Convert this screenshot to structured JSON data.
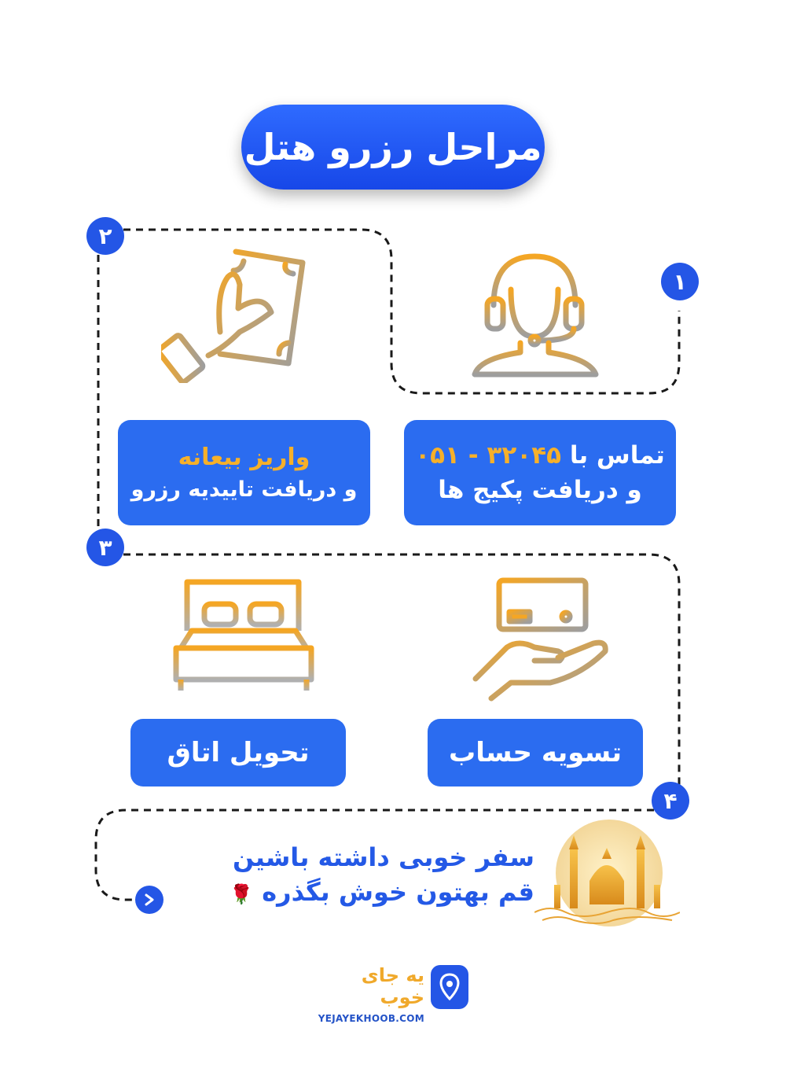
{
  "title": "مراحل رزرو هتل",
  "steps": [
    {
      "badge": "۱",
      "line1_prefix": "تماس با",
      "phone": "۰۵۱ - ۳۲۰۴۵",
      "line2": "و دریافت پکیج ها",
      "icon": "headset-icon"
    },
    {
      "badge": "۲",
      "line1": "واریز بیعانه",
      "line2": "و دریافت تاییدیه رزرو",
      "icon": "money-hand-icon"
    },
    {
      "badge": "۳",
      "line1": "تحویل اتاق",
      "icon": "bed-icon"
    },
    {
      "badge": "۴",
      "line1": "تسویه حساب",
      "icon": "card-hand-icon"
    }
  ],
  "closing": {
    "line1": "سفر خوبی داشته باشین",
    "line2": "قم بهتون خوش بگذره",
    "emoji": "🌹"
  },
  "brand": {
    "name": "یه جای خوب",
    "url": "YEJAYEKHOOB.COM"
  },
  "colors": {
    "primary": "#2b6cf0",
    "accent": "#f6b02a",
    "icon_gray": "#9a9a9a"
  }
}
